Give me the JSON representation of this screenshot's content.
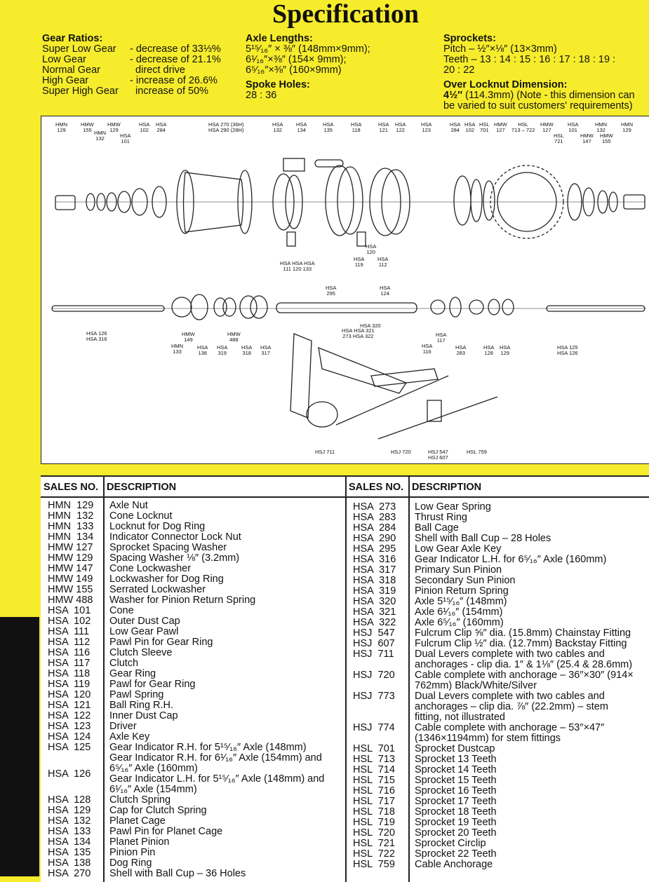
{
  "title": "Specification",
  "gear_ratios": {
    "heading": "Gear Ratios:",
    "rows": [
      [
        "Super Low Gear",
        "- decrease of 33⅓%"
      ],
      [
        "Low Gear",
        "- decrease of 21.1%"
      ],
      [
        "Normal Gear",
        "  direct drive"
      ],
      [
        "High Gear",
        "- increase of 26.6%"
      ],
      [
        "Super High Gear",
        "  increase of 50%"
      ]
    ]
  },
  "axle_lengths": {
    "heading": "Axle Lengths:",
    "lines": [
      "5¹⁵⁄₁₆″ × ⅜″ (148mm×9mm);",
      "6¹⁄₁₆″×⅜″ (154× 9mm);",
      "6⁵⁄₁₆″×⅜″ (160×9mm)"
    ]
  },
  "spoke_holes": {
    "heading": "Spoke Holes:",
    "value": "28 : 36"
  },
  "sprockets": {
    "heading": "Sprockets:",
    "pitch": "Pitch  –  ½″×⅛″ (13×3mm)",
    "teeth": "Teeth – 13 : 14 : 15 : 16 : 17 : 18 : 19 :\n20 : 22"
  },
  "over_locknut": {
    "heading": "Over Locknut Dimension:",
    "value": "4½″",
    "text": " (114.3mm)   (Note - this dimension can\nbe varied to suit customers' requirements)"
  },
  "diagram_labels": [
    "HMN\n129",
    "HMW\n155",
    "HMN\n132",
    "HMW\n129",
    "HSA\n101",
    "HSA\n102",
    "HSA\n284",
    "HSA 270 (36H)\nHSA 290 (28H)",
    "HSA\n132",
    "HSA\n134",
    "HSA\n135",
    "HSA\n118",
    "HSA\n121",
    "HSA\n122",
    "HSA\n123",
    "HSA\n284",
    "HSA\n102",
    "HSL\n701",
    "HMW\n127",
    "HSL\n713 – 722",
    "HMW\n127",
    "HSL\n721",
    "HSA\n101",
    "HMW\n147",
    "HMN\n132",
    "HMW\n155",
    "HMN\n129",
    "HSA HSA HSA\n111  120  133",
    "HSA\n120",
    "HSA\n119",
    "HSA\n112",
    "HSA\n295",
    "HSA\n124",
    "HSA 126\nHSA 316",
    "HMW\n149",
    "HMN\n133",
    "HSA\n138",
    "HSA\n319",
    "HMW\n488",
    "HSA\n318",
    "HSA\n317",
    "HSA 320",
    "HSA  HSA 321\n273  HSA 322",
    "HSA\n117",
    "HSA\n116",
    "HSA\n283",
    "HSA\n128",
    "HSA\n129",
    "HSA 125\nHSA 126",
    "HSJ 711",
    "HSJ 720",
    "HSJ 547\nHSJ 607",
    "HSL 759"
  ],
  "table": {
    "headers": [
      "SALES NO.",
      "DESCRIPTION",
      "SALES NO.",
      "DESCRIPTION"
    ],
    "left": [
      [
        "HMN  129",
        "Axle Nut"
      ],
      [
        "HMN  132",
        "Cone Locknut"
      ],
      [
        "HMN  133",
        "Locknut for Dog Ring"
      ],
      [
        "HMN  134",
        "Indicator Connector Lock Nut"
      ],
      [
        "HMW 127",
        "Sprocket Spacing Washer"
      ],
      [
        "HMW 129",
        "Spacing Washer ⅛″ (3.2mm)"
      ],
      [
        "HMW 147",
        "Cone Lockwasher"
      ],
      [
        "HMW 149",
        "Lockwasher for Dog Ring"
      ],
      [
        "HMW 155",
        "Serrated Lockwasher"
      ],
      [
        "HMW 488",
        "Washer for Pinion Return Spring"
      ],
      [
        "HSA  101",
        "Cone"
      ],
      [
        "HSA  102",
        "Outer Dust Cap"
      ],
      [
        "HSA  111",
        "Low Gear Pawl"
      ],
      [
        "HSA  112",
        "Pawl Pin for Gear Ring"
      ],
      [
        "HSA  116",
        "Clutch Sleeve"
      ],
      [
        "HSA  117",
        "Clutch"
      ],
      [
        "HSA  118",
        "Gear Ring"
      ],
      [
        "HSA  119",
        "Pawl for Gear Ring"
      ],
      [
        "HSA  120",
        "Pawl Spring"
      ],
      [
        "HSA  121",
        "Ball Ring R.H."
      ],
      [
        "HSA  122",
        "Inner Dust Cap"
      ],
      [
        "HSA  123",
        "Driver"
      ],
      [
        "HSA  124",
        "Axle Key"
      ],
      [
        "HSA  125",
        "Gear Indicator R.H. for 5¹⁵⁄₁₆″ Axle (148mm)"
      ],
      [
        "HSA  126",
        "Gear Indicator R.H. for 6¹⁄₁₆″ Axle (154mm) and\n    6⁵⁄₁₆″ Axle (160mm)\nGear Indicator L.H. for 5¹⁵⁄₁₆″ Axle (148mm) and\n    6¹⁄₁₆″ Axle (154mm)"
      ],
      [
        "HSA  128",
        "Clutch Spring"
      ],
      [
        "HSA  129",
        "Cap for Clutch Spring"
      ],
      [
        "HSA  132",
        "Planet Cage"
      ],
      [
        "HSA  133",
        "Pawl Pin for Planet Cage"
      ],
      [
        "HSA  134",
        "Planet Pinion"
      ],
      [
        "HSA  135",
        "Pinion Pin"
      ],
      [
        "HSA  138",
        "Dog Ring"
      ],
      [
        "HSA  270",
        "Shell with Ball Cup – 36 Holes"
      ]
    ],
    "right": [
      [
        "HSA  273",
        "Low Gear Spring"
      ],
      [
        "HSA  283",
        "Thrust Ring"
      ],
      [
        "HSA  284",
        "Ball Cage"
      ],
      [
        "HSA  290",
        "Shell with Ball Cup – 28 Holes"
      ],
      [
        "HSA  295",
        "Low Gear Axle Key"
      ],
      [
        "HSA  316",
        "Gear Indicator L.H. for 6⁵⁄₁₆″ Axle (160mm)"
      ],
      [
        "HSA  317",
        "Primary Sun Pinion"
      ],
      [
        "HSA  318",
        "Secondary Sun Pinion"
      ],
      [
        "HSA  319",
        "Pinion Return Spring"
      ],
      [
        "HSA  320",
        "Axle 5¹⁵⁄₁₆″ (148mm)"
      ],
      [
        "HSA  321",
        "Axle 6¹⁄₁₆″ (154mm)"
      ],
      [
        "HSA  322",
        "Axle 6⁵⁄₁₆″ (160mm)"
      ],
      [
        "HSJ  547",
        "Fulcrum Clip ⅝″ dia. (15.8mm) Chainstay Fitting"
      ],
      [
        "HSJ  607",
        "Fulcrum Clip ½″ dia. (12.7mm) Backstay Fitting"
      ],
      [
        "HSJ  711",
        "Dual Levers complete with two cables and\n    anchorages - clip dia. 1″ & 1⅛″ (25.4 & 28.6mm)"
      ],
      [
        "HSJ  720",
        "Cable complete with anchorage – 36″×30″ (914×\n    762mm) Black/White/Silver"
      ],
      [
        "HSJ  773",
        "Dual Levers complete with two cables and\n    anchorages – clip dia. ⅞″ (22.2mm) – stem\n    fitting, not illustrated"
      ],
      [
        "HSJ  774",
        "Cable complete with anchorage – 53″×47″\n    (1346×1194mm) for stem fittings"
      ],
      [
        "HSL  701",
        "Sprocket Dustcap"
      ],
      [
        "HSL  713",
        "Sprocket 13 Teeth"
      ],
      [
        "HSL  714",
        "Sprocket 14 Teeth"
      ],
      [
        "HSL  715",
        "Sprocket 15 Teeth"
      ],
      [
        "HSL  716",
        "Sprocket 16 Teeth"
      ],
      [
        "HSL  717",
        "Sprocket 17 Teeth"
      ],
      [
        "HSL  718",
        "Sprocket 18 Teeth"
      ],
      [
        "HSL  719",
        "Sprocket 19 Teeth"
      ],
      [
        "HSL  720",
        "Sprocket 20 Teeth"
      ],
      [
        "HSL  721",
        "Sprocket Circlip"
      ],
      [
        "HSL  722",
        "Sprocket 22 Teeth"
      ],
      [
        "HSL  759",
        "Cable Anchorage"
      ]
    ]
  }
}
